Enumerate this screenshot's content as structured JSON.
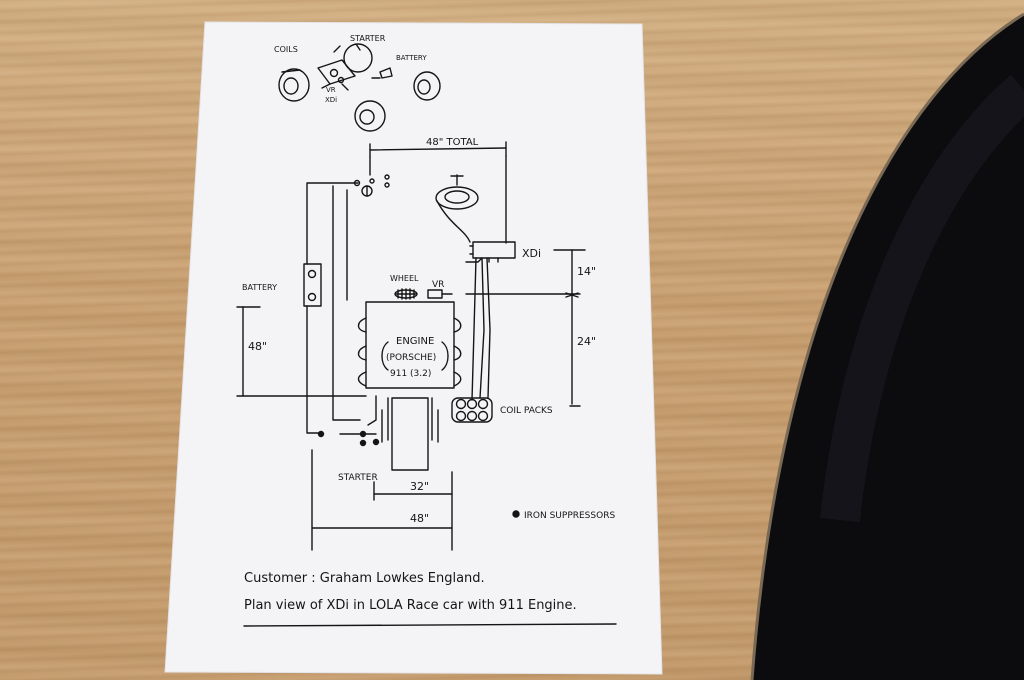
{
  "drawing": {
    "small_labels": {
      "coils": "COILS",
      "starter_top": "STARTER",
      "battery_top": "BATTERY",
      "vr_top": "VR",
      "xdi_top": "XDi"
    },
    "total_dim": "48\" TOTAL",
    "xdi": "XDi",
    "dim_14": "14\"",
    "dim_24": "24\"",
    "wheel": "WHEEL",
    "vr": "VR",
    "battery": "BATTERY",
    "dim_48_left": "48\"",
    "engine_line1": "ENGINE",
    "engine_line2": "(PORSCHE)",
    "engine_line3": "911 (3.2)",
    "coil_packs": "COIL PACKS",
    "starter": "STARTER",
    "dim_32": "32\"",
    "dim_48_bottom": "48\"",
    "suppressors": "IRON SUPPRESSORS",
    "customer": "Customer : Graham Lowkes England.",
    "plan": "Plan view of XDi in LOLA Race car with 911 Engine."
  }
}
